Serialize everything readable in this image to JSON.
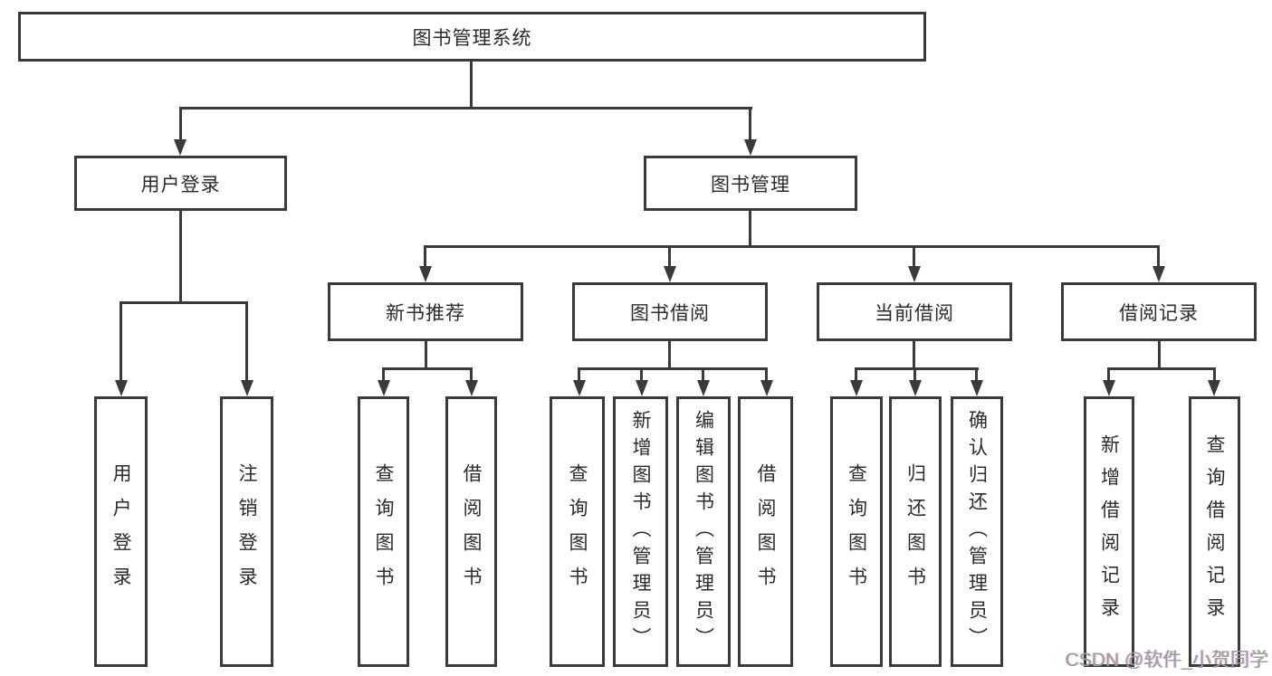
{
  "colors": {
    "line": "#3a3a3a",
    "text": "#2b2b2b",
    "bg": "#ffffff",
    "watermark": "#9c9c9c"
  },
  "tree": {
    "label": "图书管理系统",
    "children": [
      {
        "label": "用户登录",
        "children": [
          {
            "label": "用户登录"
          },
          {
            "label": "注销登录"
          }
        ]
      },
      {
        "label": "图书管理",
        "children": [
          {
            "label": "新书推荐",
            "children": [
              {
                "label": "查询图书"
              },
              {
                "label": "借阅图书"
              }
            ]
          },
          {
            "label": "图书借阅",
            "children": [
              {
                "label": "查询图书"
              },
              {
                "label": "新增图书（管理员）"
              },
              {
                "label": "编辑图书（管理员）"
              },
              {
                "label": "借阅图书"
              }
            ]
          },
          {
            "label": "当前借阅",
            "children": [
              {
                "label": "查询图书"
              },
              {
                "label": "归还图书"
              },
              {
                "label": "确认归还（管理员）"
              }
            ]
          },
          {
            "label": "借阅记录",
            "children": [
              {
                "label": "新增借阅记录"
              },
              {
                "label": "查询借阅记录"
              }
            ]
          }
        ]
      }
    ]
  },
  "watermark": {
    "text": "CSDN @软件_小贺同学"
  }
}
